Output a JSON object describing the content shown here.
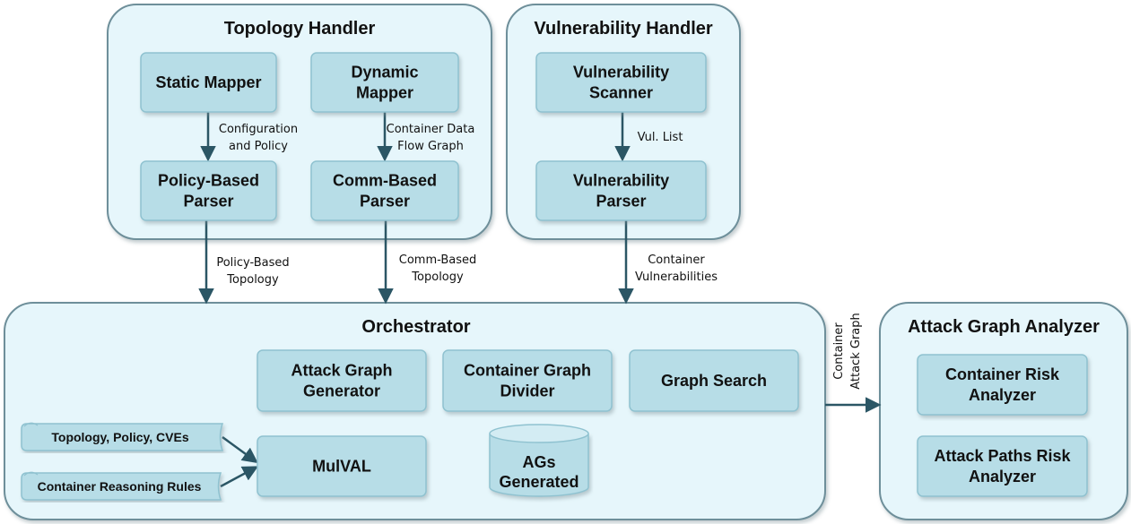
{
  "panels": {
    "topology": "Topology Handler",
    "vulnerability": "Vulnerability Handler",
    "orchestrator": "Orchestrator",
    "analyzer": "Attack Graph Analyzer"
  },
  "modules": {
    "static_mapper": [
      "Static Mapper"
    ],
    "dynamic_mapper": [
      "Dynamic",
      "Mapper"
    ],
    "policy_parser": [
      "Policy-Based",
      "Parser"
    ],
    "comm_parser": [
      "Comm-Based",
      "Parser"
    ],
    "vuln_scanner": [
      "Vulnerability",
      "Scanner"
    ],
    "vuln_parser": [
      "Vulnerability",
      "Parser"
    ],
    "ag_generator": [
      "Attack Graph",
      "Generator"
    ],
    "graph_divider": [
      "Container Graph",
      "Divider"
    ],
    "graph_search": [
      "Graph Search"
    ],
    "mulval": [
      "MulVAL"
    ],
    "ags_generated": [
      "AGs",
      "Generated"
    ],
    "container_risk": [
      "Container Risk",
      "Analyzer"
    ],
    "paths_risk": [
      "Attack Paths Risk",
      "Analyzer"
    ]
  },
  "inputs": {
    "topology_policy_cves": "Topology, Policy, CVEs",
    "reasoning_rules": "Container Reasoning Rules"
  },
  "edges": {
    "config_policy": [
      "Configuration",
      "and Policy"
    ],
    "data_flow": [
      "Container Data",
      "Flow Graph"
    ],
    "vul_list": [
      "Vul. List"
    ],
    "policy_topology": [
      "Policy-Based",
      "Topology"
    ],
    "comm_topology": [
      "Comm-Based",
      "Topology"
    ],
    "container_vulns": [
      "Container",
      "Vulnerabilities"
    ],
    "attack_graph": [
      "Container",
      "Attack Graph"
    ]
  },
  "colors": {
    "panel_fill": "#e6f6fb",
    "panel_stroke": "#6e8f9a",
    "box_fill": "#b7dde7",
    "box_stroke": "#8fc2d0",
    "arrow": "#2b5665"
  }
}
